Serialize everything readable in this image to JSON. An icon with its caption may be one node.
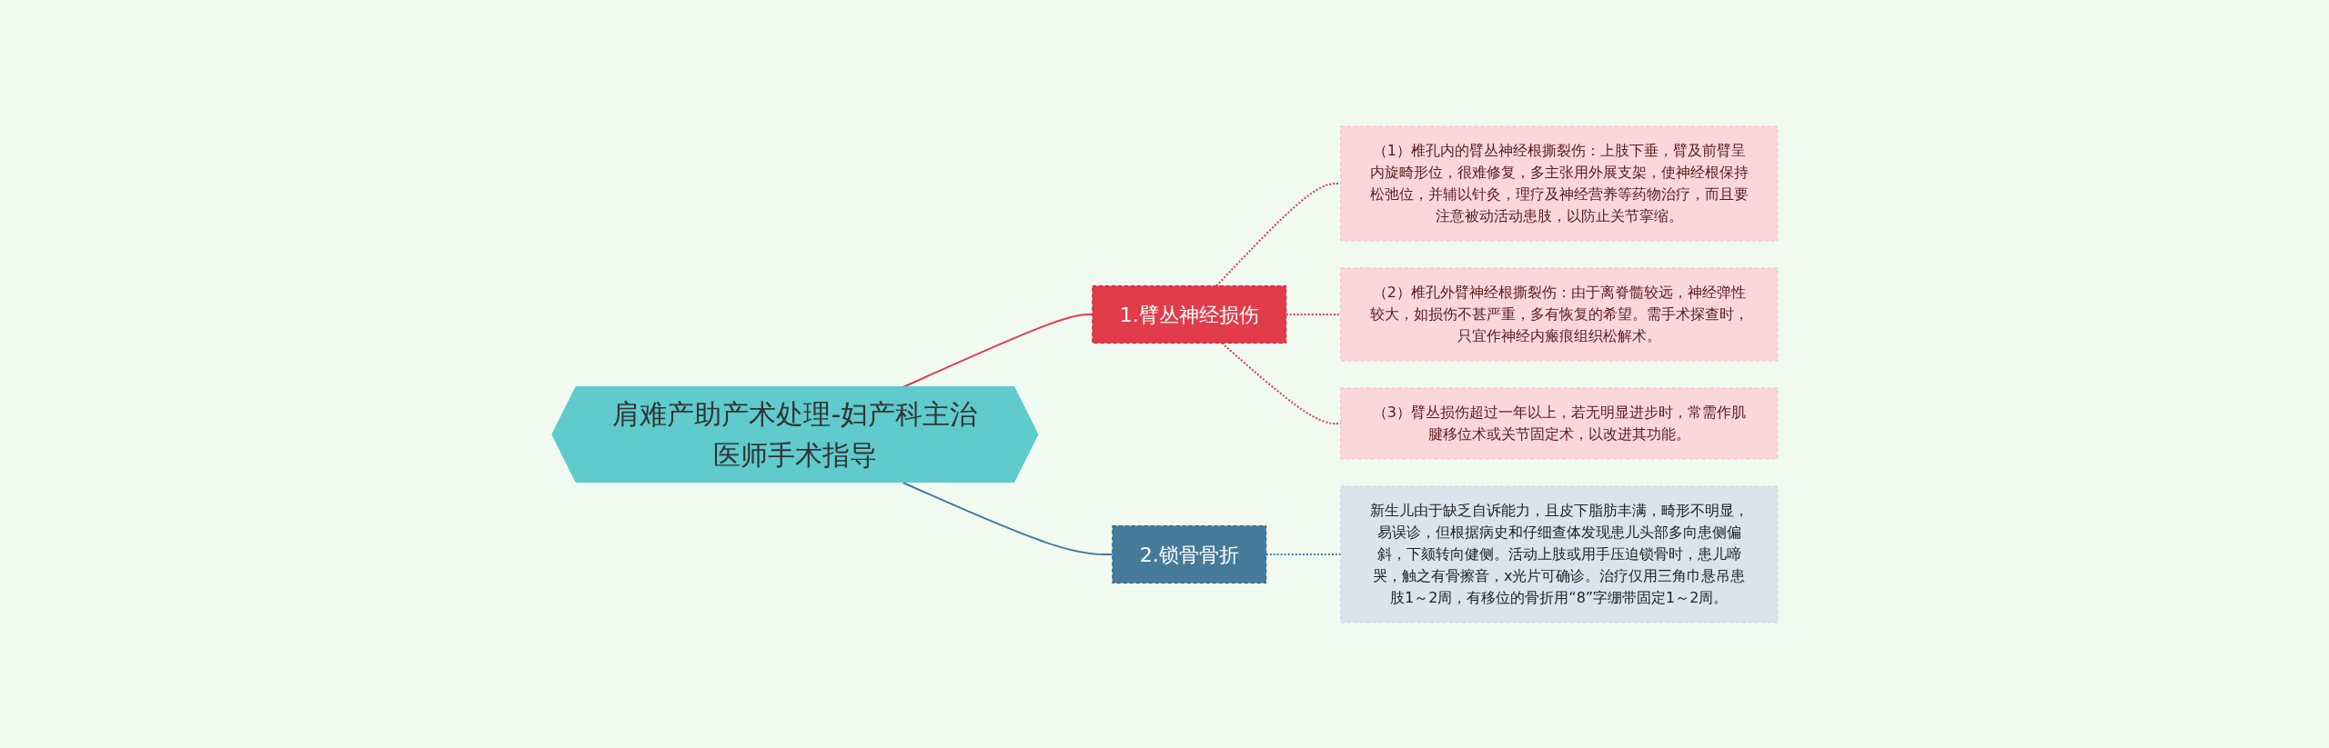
{
  "diagram": {
    "nodes": [
      {
        "text": [
          "肩难产助产术处理-妇产科主治医师手术指导"
        ]
      },
      {
        "text": [
          "1.臂丛神经损伤"
        ]
      },
      {
        "text": [
          "（1）椎孔内的臂丛神经根撕裂伤：上肢下垂，臂及前臂呈内旋畸形位，很难修复，多主张用外展支架，使神经根保持松弛位，并辅以针灸，理疗及神经营养等药物治疗，而且要注意被动活动患肢，以防止关节挛缩。"
        ]
      },
      {
        "text": [
          "（2）椎孔外臂神经根撕裂伤：由于离脊髓较远，神经弹性较大，如损伤不甚严重，多有恢复的希望。需手术探查时，只宜作神经内瘢痕组织松解术。"
        ]
      },
      {
        "text": [
          "（3）臂丛损伤超过一年以上，若无明显进步时，常需作肌腱移位术或关节固定术，以改进其功能。"
        ]
      },
      {
        "text": [
          "2.锁骨骨折"
        ]
      },
      {
        "text": [
          "新生儿由于缺乏自诉能力，且皮下脂肪丰满，畸形不明显，易误诊，但根据病史和仔细查体发现患儿头部多向患侧偏斜，下颏转向健侧。活动上肢或用手压迫锁骨时，患儿啼哭，触之有骨擦音，x光片可确诊。治疗仅用三角巾悬吊患肢1～2周，有移位的骨折用“8”字绷带固定1～2周。"
        ]
      }
    ],
    "edges": [
      {
        "from": 0,
        "to": 1,
        "arrow": "none"
      },
      {
        "from": 1,
        "to": 2,
        "arrow": "none",
        "style": "dashed"
      },
      {
        "from": 1,
        "to": 3,
        "arrow": "none",
        "style": "dashed"
      },
      {
        "from": 1,
        "to": 4,
        "arrow": "none",
        "style": "dashed"
      },
      {
        "from": 0,
        "to": 5,
        "arrow": "none",
        "color": "#457a9b"
      },
      {
        "from": 5,
        "to": 6,
        "arrow": "none",
        "style": "dashed",
        "color": "#457a9b"
      }
    ]
  }
}
